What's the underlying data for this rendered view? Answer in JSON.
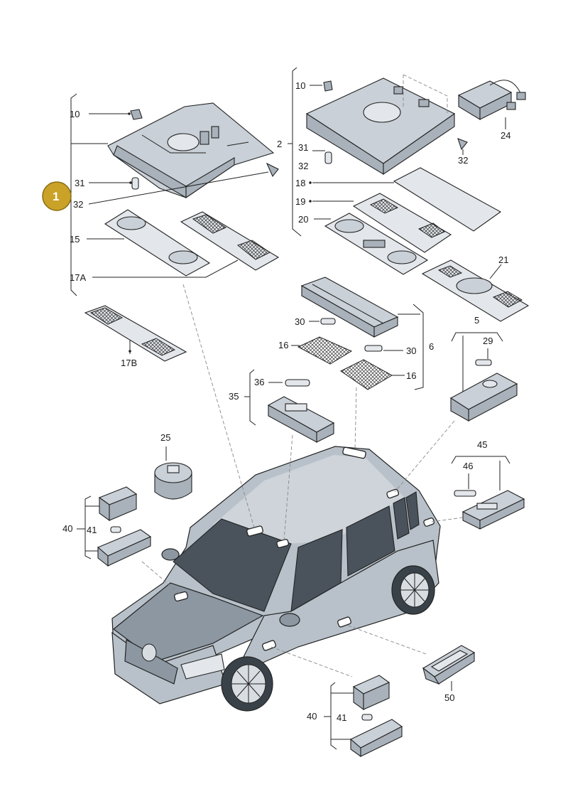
{
  "diagram": {
    "badge": "1",
    "labels": {
      "l10a": "10",
      "l31a": "31",
      "l32a": "32",
      "l15": "15",
      "l17A": "17A",
      "l17B": "17B",
      "l10b": "10",
      "l2": "2",
      "l31b": "31",
      "l32b": "32",
      "l32c": "32",
      "l24": "24",
      "l18": "18",
      "l19": "19",
      "l20": "20",
      "l21": "21",
      "l30a": "30",
      "l16a": "16",
      "l30b": "30",
      "l16b": "16",
      "l6": "6",
      "l5": "5",
      "l29": "29",
      "l36": "36",
      "l35": "35",
      "l25": "25",
      "l45": "45",
      "l46": "46",
      "l40a": "40",
      "l41a": "41",
      "l50": "50",
      "l40b": "40",
      "l41b": "41"
    },
    "colors": {
      "badge": "#c9a227",
      "part": "#c9d0d7",
      "car": "#b8c1c9",
      "glass": "#4a535c"
    }
  }
}
